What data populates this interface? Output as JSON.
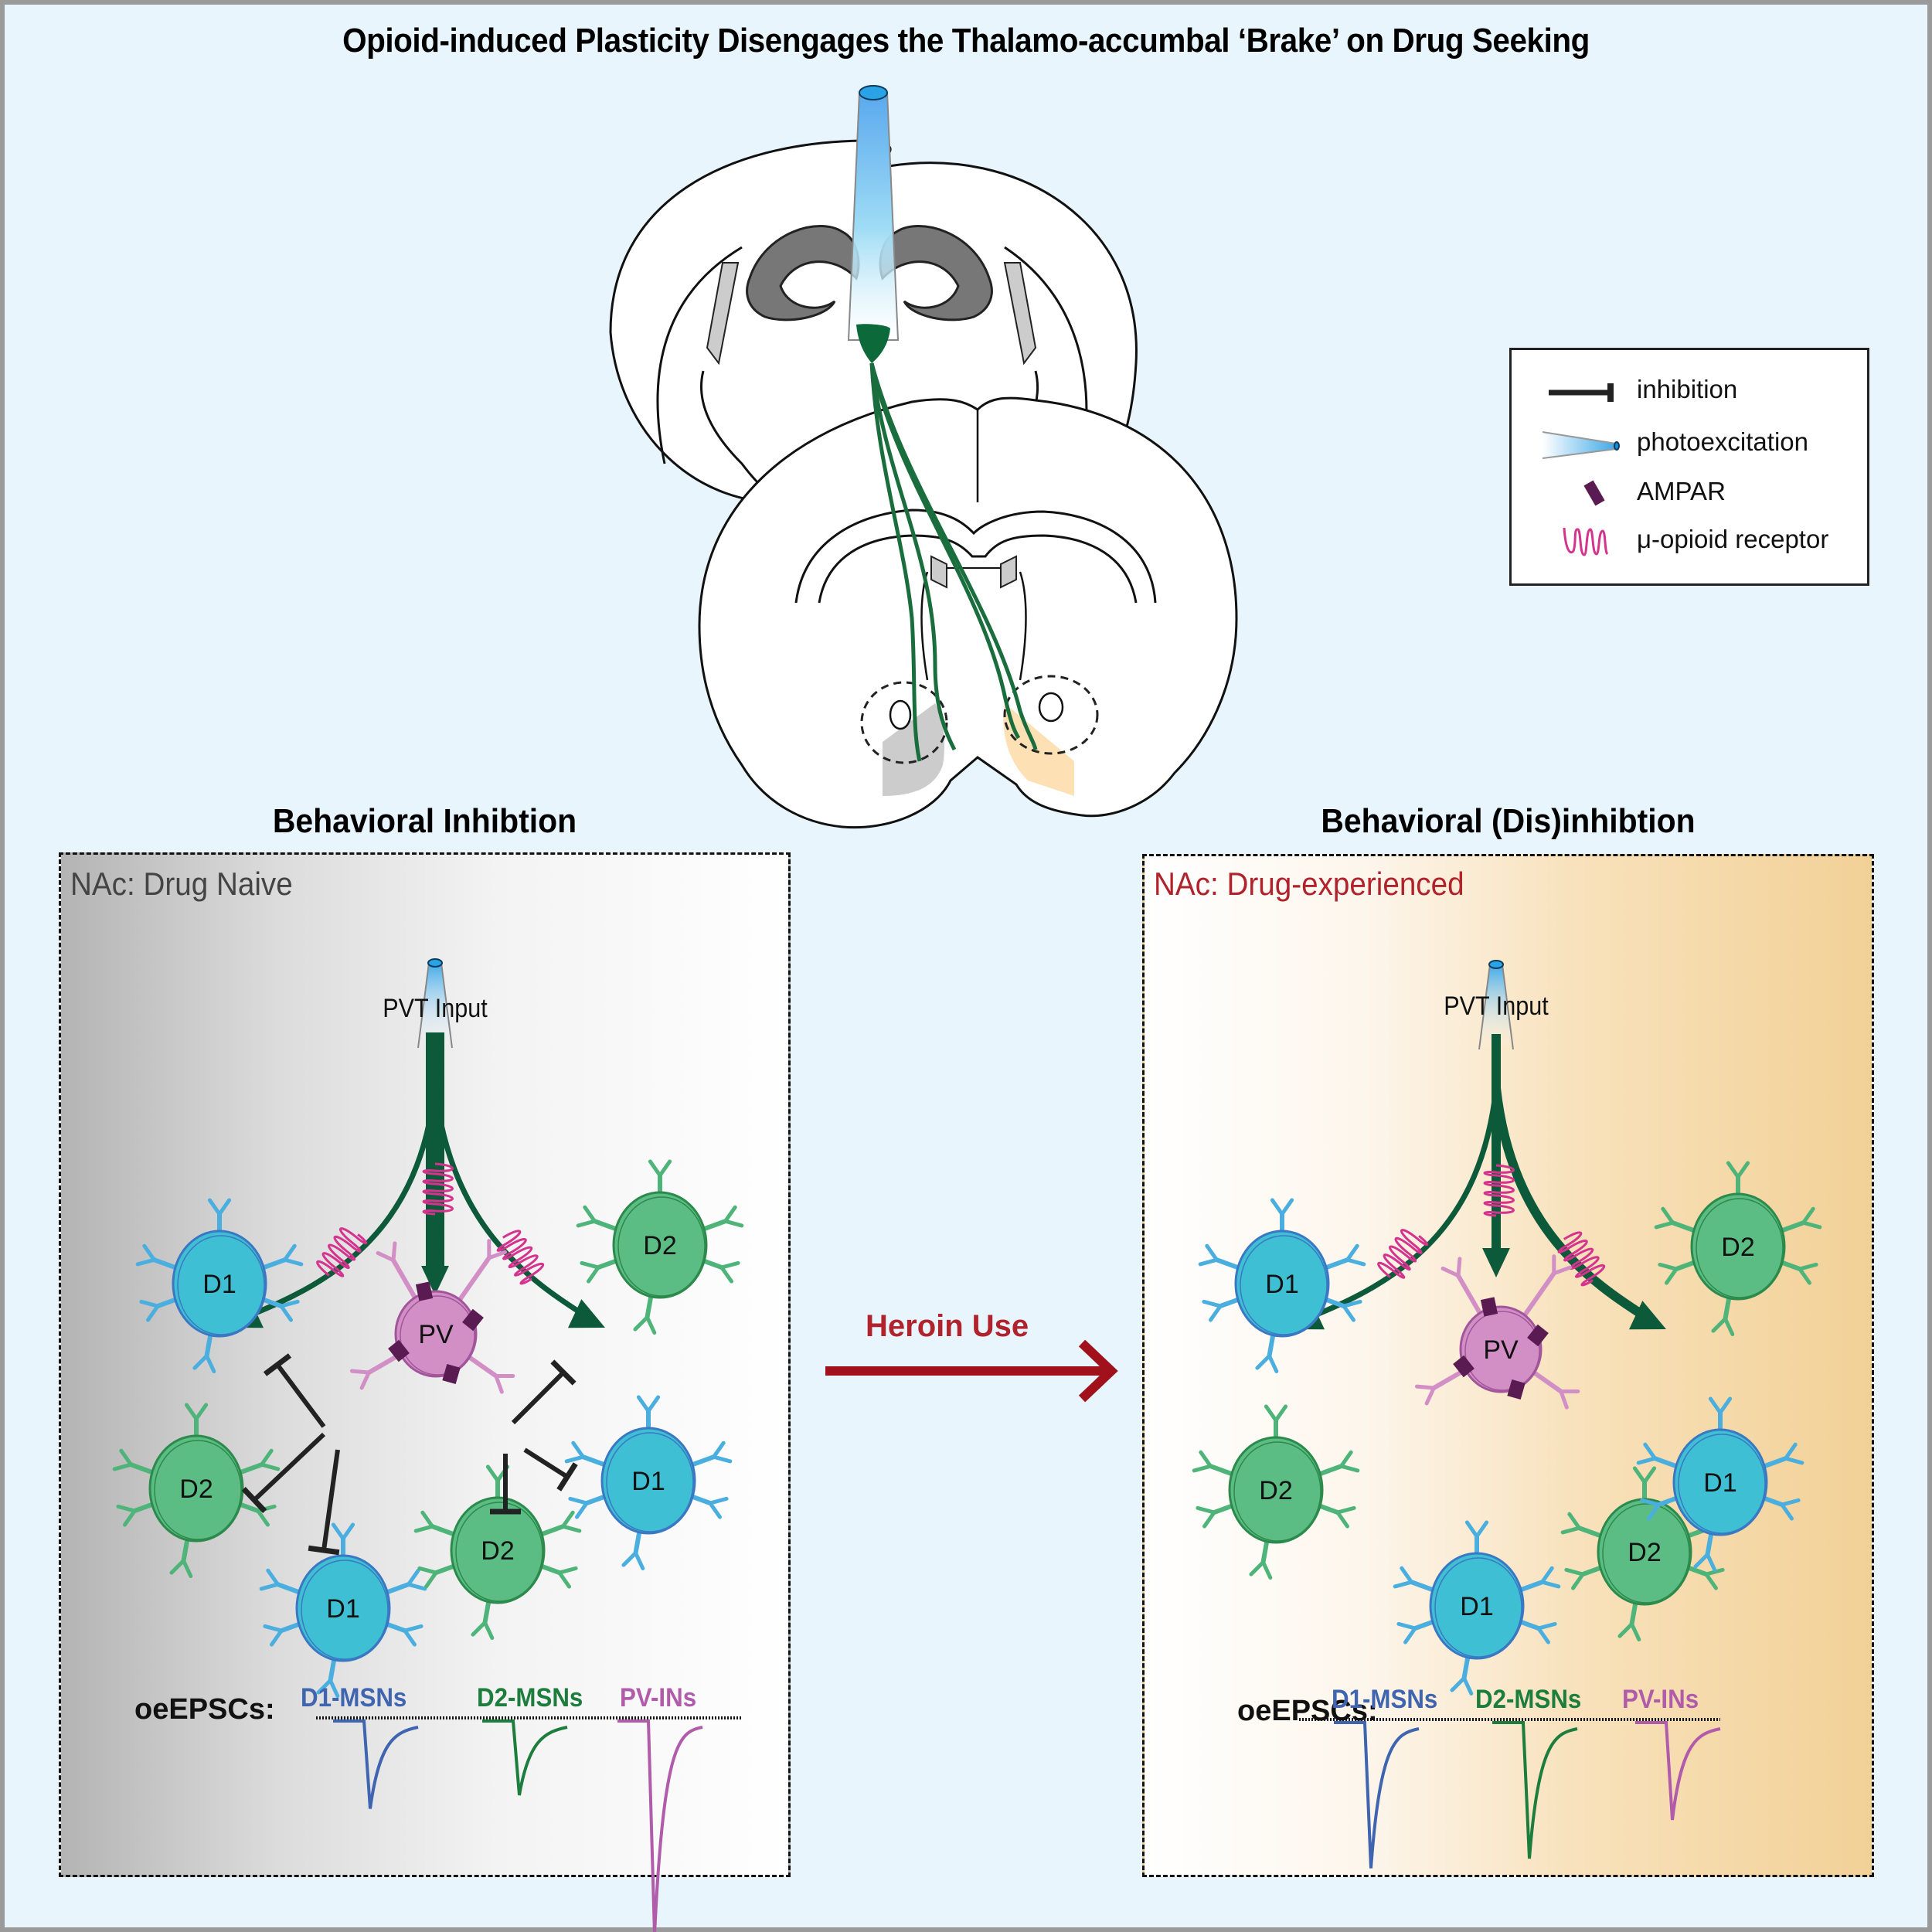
{
  "title": "Opioid-induced Plasticity Disengages the Thalamo-accumbal ‘Brake’ on Drug Seeking",
  "legend": {
    "items": [
      {
        "icon": "inhibition-icon",
        "label": "inhibition"
      },
      {
        "icon": "photoexcitation-icon",
        "label": "photoexcitation"
      },
      {
        "icon": "ampar-icon",
        "label": "AMPAR"
      },
      {
        "icon": "mu-opioid-receptor-icon",
        "label": "μ-opioid receptor"
      }
    ]
  },
  "colors": {
    "background": "#e8f5fd",
    "pathway_green": "#0c5a3a",
    "d1_fill": "#3fbfd3",
    "d1_stroke": "#3a78c4",
    "d2_fill": "#5bbd83",
    "d2_stroke": "#2b8a4c",
    "pv_fill": "#d28fc6",
    "ampar": "#5a1a52",
    "mor": "#d4338e",
    "heroin_red": "#a0111c",
    "inhibition": "#222222",
    "d1_trace": "#3f64b0",
    "d2_trace": "#1c7d3c",
    "pv_trace": "#b05cab",
    "naive_label": "#444444",
    "experienced_label": "#b0232d",
    "nac_gray": "#cccccc",
    "nac_orange": "#fde1b5"
  },
  "transition": {
    "label": "Heroin Use"
  },
  "panels": {
    "left": {
      "heading": "Behavioral Inhibtion",
      "label": "NAc: Drug Naive",
      "input_label": "PVT Input",
      "cells": [
        "D1",
        "PV",
        "D2",
        "D2",
        "D1",
        "D2",
        "D1"
      ],
      "oe_label": "oeEPSCs:",
      "traces": [
        {
          "label": "D1-MSNs",
          "relative_amplitude": 0.35
        },
        {
          "label": "D2-MSNs",
          "relative_amplitude": 0.28
        },
        {
          "label": "PV-INs",
          "relative_amplitude": 1.0
        }
      ]
    },
    "right": {
      "heading": "Behavioral (Dis)inhibtion",
      "label": "NAc: Drug-experienced",
      "input_label": "PVT Input",
      "cells": [
        "D1",
        "PV",
        "D2",
        "D2",
        "D1",
        "D2",
        "D1"
      ],
      "oe_label": "oeEPSCs:",
      "traces": [
        {
          "label": "D1-MSNs",
          "relative_amplitude": 0.65
        },
        {
          "label": "D2-MSNs",
          "relative_amplitude": 0.6
        },
        {
          "label": "PV-INs",
          "relative_amplitude": 0.4
        }
      ]
    }
  }
}
